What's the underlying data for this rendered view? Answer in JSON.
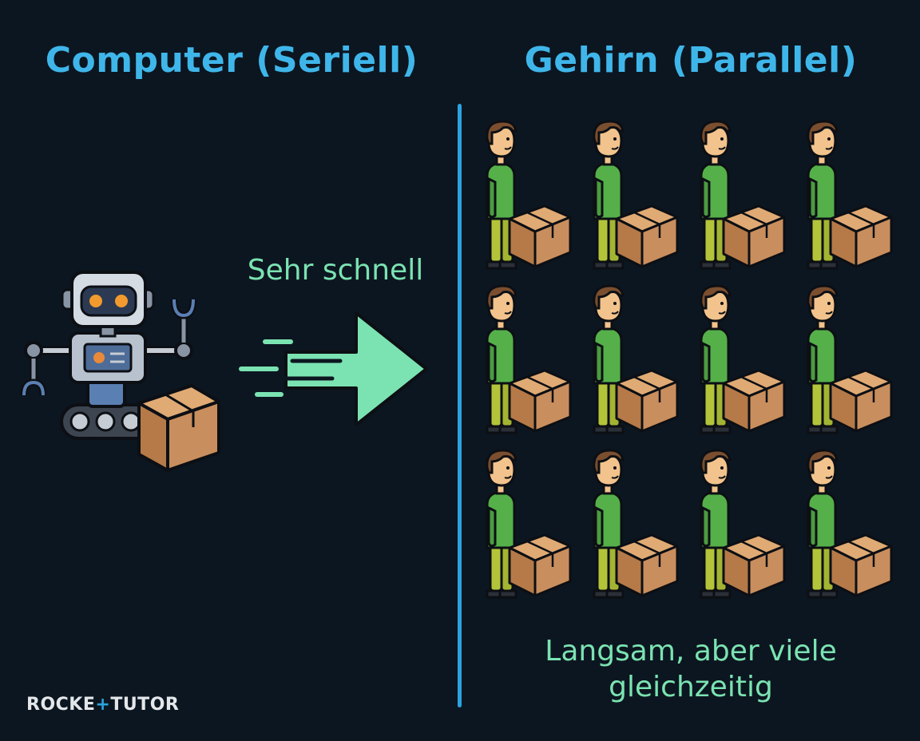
{
  "titles": {
    "left": "Computer (Seriell)",
    "right": "Gehirn (Parallel)"
  },
  "labels": {
    "speed": "Sehr schnell",
    "slow_line1": "Langsam, aber viele",
    "slow_line2": "gleichzeitig"
  },
  "brand": {
    "part1": "ROCKE",
    "plus": "+",
    "part2": "TUTOR"
  },
  "workers": {
    "rows": 3,
    "cols": 4
  },
  "colors": {
    "background": "#0c1620",
    "title": "#3fb6ea",
    "label": "#7be3b2",
    "divider": "#2aa4de",
    "box": "#c98e5d",
    "shirt": "#55b04a",
    "pants": "#b3c43a",
    "skin": "#f2c38c",
    "hair": "#7a4e2e"
  },
  "icons": [
    "robot-icon",
    "box-icon",
    "fast-arrow-icon",
    "person-icon"
  ]
}
